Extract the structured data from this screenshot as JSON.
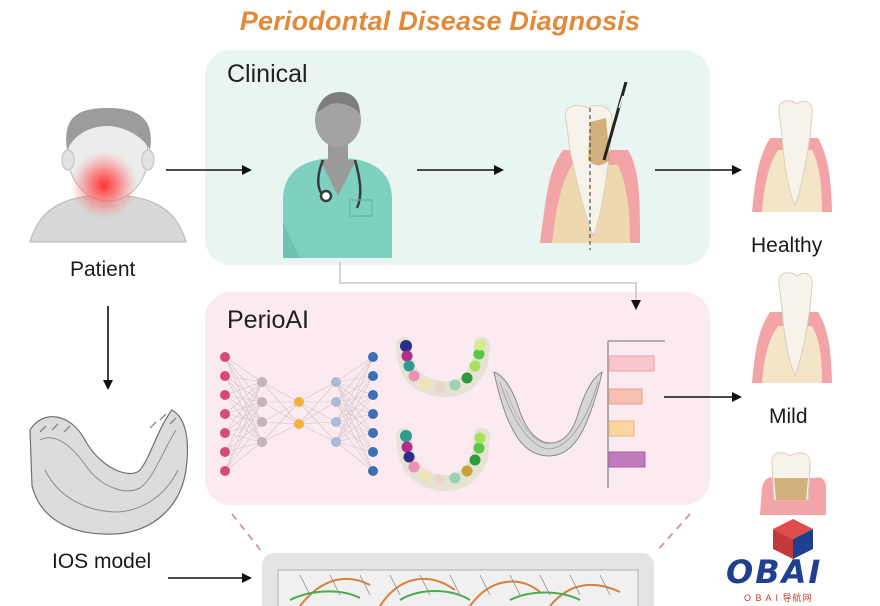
{
  "title": "Periodontal Disease Diagnosis",
  "panels": {
    "clinical": "Clinical",
    "perioai": "PerioAI"
  },
  "nodes": {
    "patient": "Patient",
    "ios_model": "IOS model"
  },
  "outcomes": [
    "Healthy",
    "Mild"
  ],
  "logo": {
    "text": "OBAI",
    "subtitle": "O B A I 导航网"
  },
  "colors": {
    "title": "#e3893a",
    "nn_input": "#d54a7b",
    "nn_hidden1": "#c6b3b8",
    "nn_hidden2": "#f2b13a",
    "nn_hidden3": "#a9bcd3",
    "nn_output": "#3c6fb5",
    "gum": "#f2a6a9",
    "bone": "#eed8b0",
    "tooth": "#f7f3ea",
    "bar1": "#f9c6d0",
    "bar2": "#f8c0b0",
    "bar3": "#fbd6a0",
    "bar4": "#c27bbd",
    "logo_red": "#e04b4b",
    "logo_blue": "#1f3f8f"
  }
}
